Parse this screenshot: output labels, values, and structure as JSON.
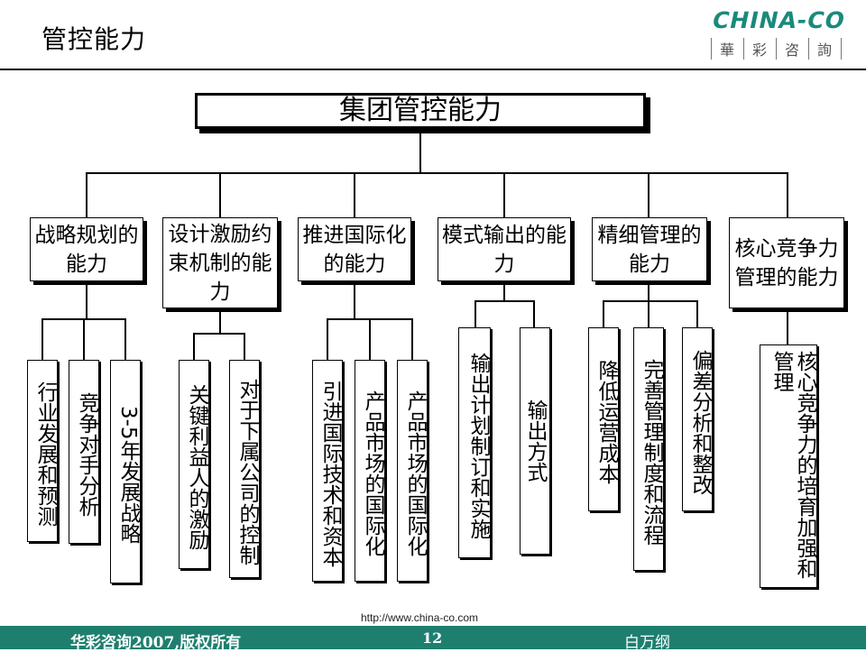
{
  "header": {
    "title": "管控能力",
    "logo_text": "CHINA-CO",
    "logo_sub": [
      "華",
      "彩",
      "咨",
      "詢"
    ]
  },
  "diagram": {
    "root": "集团管控能力",
    "branches": [
      {
        "label": "战略规划的能力",
        "children": [
          "行业发展和预测",
          "竞争对手分析",
          "3-5年发展战略"
        ]
      },
      {
        "label": "设计激励约束机制的能力",
        "children": [
          "关键利益人的激励",
          "对于下属公司的控制"
        ]
      },
      {
        "label": "推进国际化的能力",
        "children": [
          "引进国际技术和资本",
          "产品市场的国际化",
          "产品市场的国际化"
        ]
      },
      {
        "label": "模式输出的能力",
        "children": [
          "输出计划制订和实施",
          "输出方式"
        ]
      },
      {
        "label": "精细管理的能力",
        "children": [
          "降低运营成本",
          "完善管理制度和流程",
          "偏差分析和整改"
        ]
      },
      {
        "label": "核心竞争力管理的能力",
        "children": [
          "核心竞争力的培育加强和管理"
        ]
      }
    ]
  },
  "footer": {
    "url": "http://www.china-co.com",
    "copyright": "华彩咨询2007,版权所有",
    "page": "12",
    "author": "白万纲"
  },
  "colors": {
    "footer_bg": "#1e7f6f",
    "logo": "#1a8a7a"
  }
}
